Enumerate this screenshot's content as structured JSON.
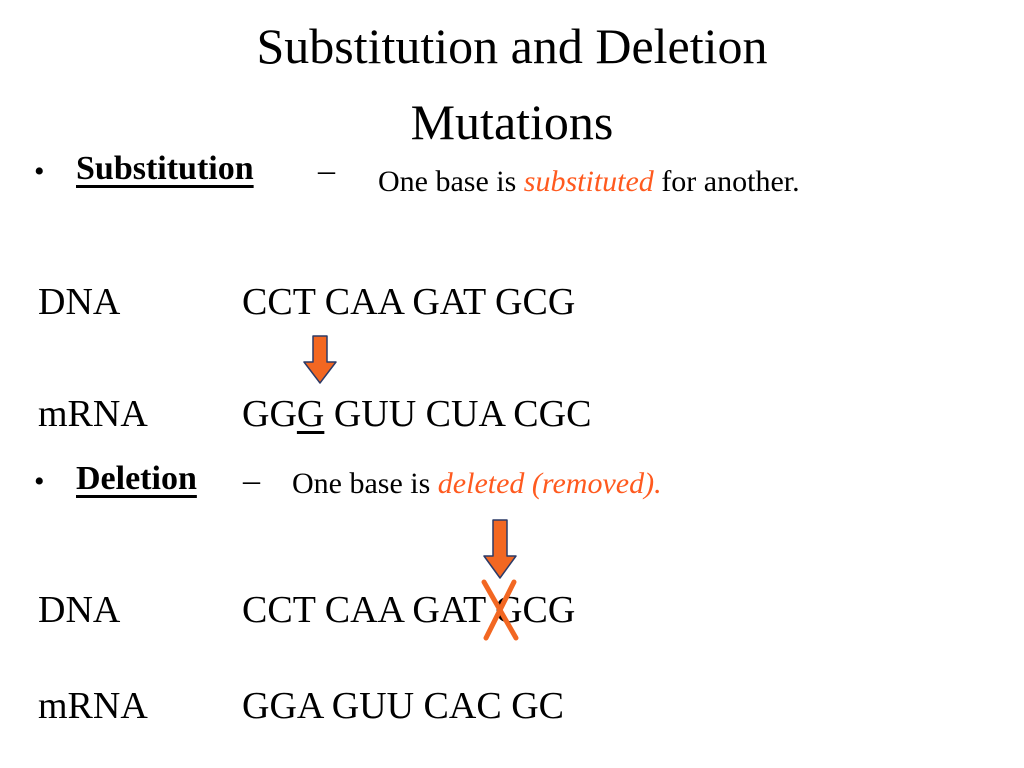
{
  "slide": {
    "title_line1": "Substitution and Deletion",
    "title_line2": "Mutations"
  },
  "substitution": {
    "bullet": "•",
    "term": "Substitution",
    "dash": "–",
    "desc_pre": "One base is ",
    "desc_emph": "substituted",
    "desc_post": " for another.",
    "dna_label": "DNA",
    "dna_seq": "CCT CAA GAT GCG",
    "mrna_label": "mRNA",
    "mrna_pre": "GG",
    "mrna_mut": "G",
    "mrna_post": " GUU CUA CGC"
  },
  "deletion": {
    "bullet": "•",
    "term": "Deletion",
    "dash": "–",
    "desc_pre": "One  base is ",
    "desc_emph": "deleted (removed).",
    "dna_label": "DNA",
    "dna_seq": "CCT CAA GAT GCG",
    "mrna_label": "mRNA",
    "mrna_seq": "GGA GUU CAC GC"
  },
  "colors": {
    "accent": "#ff5a1f",
    "arrow_fill": "#f26722",
    "arrow_stroke": "#2b3a67"
  },
  "icons": [
    "down-arrow-icon",
    "cross-mark-icon"
  ]
}
